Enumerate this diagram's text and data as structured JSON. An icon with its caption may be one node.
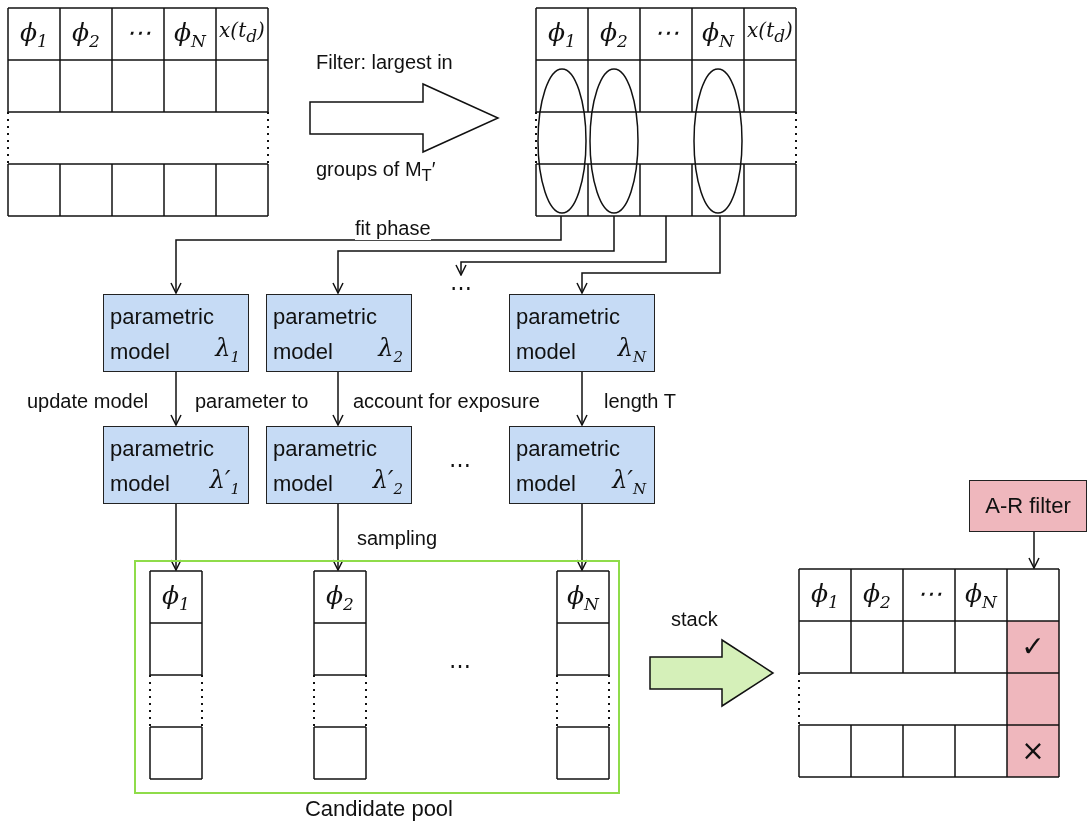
{
  "diagram": {
    "nodes": [
      {
        "text": [
          "ϕ$_{1}$",
          "ϕ$_{2}$",
          "⋯",
          "ϕ$_{N}$",
          "x(t$_{d}$)"
        ]
      },
      {
        "text": [
          "ϕ$_{1}$",
          "ϕ$_{2}$",
          "⋯",
          "ϕ$_{N}$",
          "x(t$_{d}$)"
        ]
      },
      {
        "text": [
          "parametric model",
          "λ$_{1}$"
        ]
      },
      {
        "text": [
          "parametric model",
          "λ$_{2}$"
        ]
      },
      {
        "text": [
          "⋯"
        ]
      },
      {
        "text": [
          "parametric model",
          "λ$_{N}$"
        ]
      },
      {
        "text": [
          "parametric model",
          "λ′$_{1}$"
        ]
      },
      {
        "text": [
          "parametric model",
          "λ′$_{2}$"
        ]
      },
      {
        "text": [
          "parametric model",
          "λ′$_{N}$"
        ]
      },
      {
        "text": [
          "Candidate pool"
        ]
      },
      {
        "text": [
          "ϕ$_{1}$"
        ],
        "in": 9
      },
      {
        "text": [
          "ϕ$_{2}$"
        ],
        "in": 9
      },
      {
        "text": [
          "ϕ$_{N}$"
        ],
        "in": 9
      },
      {
        "text": [
          "A-R filter"
        ]
      },
      {
        "text": [
          "ϕ$_{1}$",
          "ϕ$_{2}$",
          "⋯",
          "ϕ$_{N}$",
          "✓",
          "×"
        ]
      }
    ],
    "edges": [
      {
        "from": 0,
        "to": 1,
        "arrow": "to",
        "label": "Filter: largest in groups of M$_{T}$′",
        "style": "thick"
      },
      {
        "from": 1,
        "to": 2,
        "arrow": "to",
        "label": "fit phase"
      },
      {
        "from": 1,
        "to": 3,
        "arrow": "to"
      },
      {
        "from": 1,
        "to": 4,
        "arrow": "to"
      },
      {
        "from": 1,
        "to": 5,
        "arrow": "to"
      },
      {
        "from": 2,
        "to": 6,
        "arrow": "to"
      },
      {
        "from": 3,
        "to": 7,
        "arrow": "to"
      },
      {
        "from": 5,
        "to": 8,
        "arrow": "to"
      },
      {
        "from": 6,
        "to": 10,
        "arrow": "to"
      },
      {
        "from": 7,
        "to": 11,
        "arrow": "to",
        "label": "sampling"
      },
      {
        "from": 8,
        "to": 12,
        "arrow": "to"
      },
      {
        "from": 9,
        "to": 14,
        "arrow": "to",
        "label": "stack",
        "style": "thick",
        "color": "#d5f0b9"
      },
      {
        "from": 13,
        "to": 14,
        "arrow": "to"
      }
    ],
    "labels": [
      "update model",
      "parameter to",
      "account for exposure",
      "length T",
      "⋯",
      "⋯"
    ]
  }
}
